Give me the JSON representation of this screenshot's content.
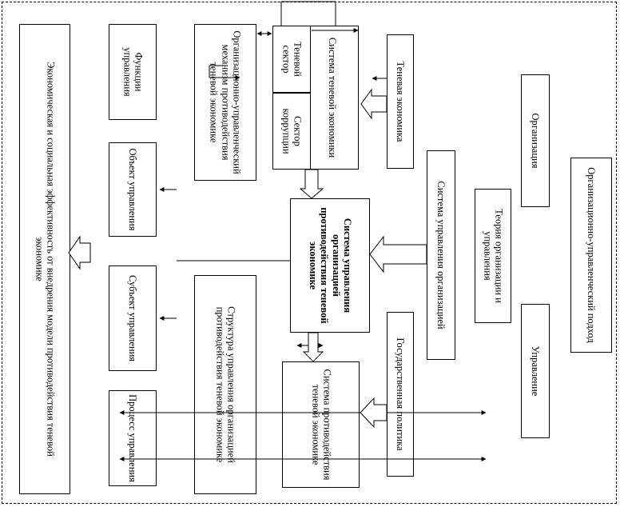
{
  "boxes": {
    "effectiveness": "Экономическая и социальная эффективность от внедрения модели противодействия теневой экономике",
    "functions": "Функции управления",
    "object": "Объект управления",
    "subject": "Субъект управления",
    "process": "Процесс управления",
    "org_mechanism": "Организационно-управленческий механизм противодействия теневой экономике",
    "structure": "Структура управления организацией противодействия теневой экономике",
    "shadow_sector": "Теневой сектор",
    "corruption_sector": "Сектор коррупции",
    "shadow_system": "Система теневой экономики",
    "control_system": "Система управления организацией противодействия теневой экономике",
    "counter_system": "Система противодействия теневой экономике",
    "shadow_economy": "Теневая экономика",
    "org_control_system": "Система управления организацией",
    "state_policy": "Государственная политика",
    "organization": "Организация",
    "theory": "Теория организации и управления",
    "management": "Управление",
    "approach": "Организационно-управленческий подход"
  }
}
